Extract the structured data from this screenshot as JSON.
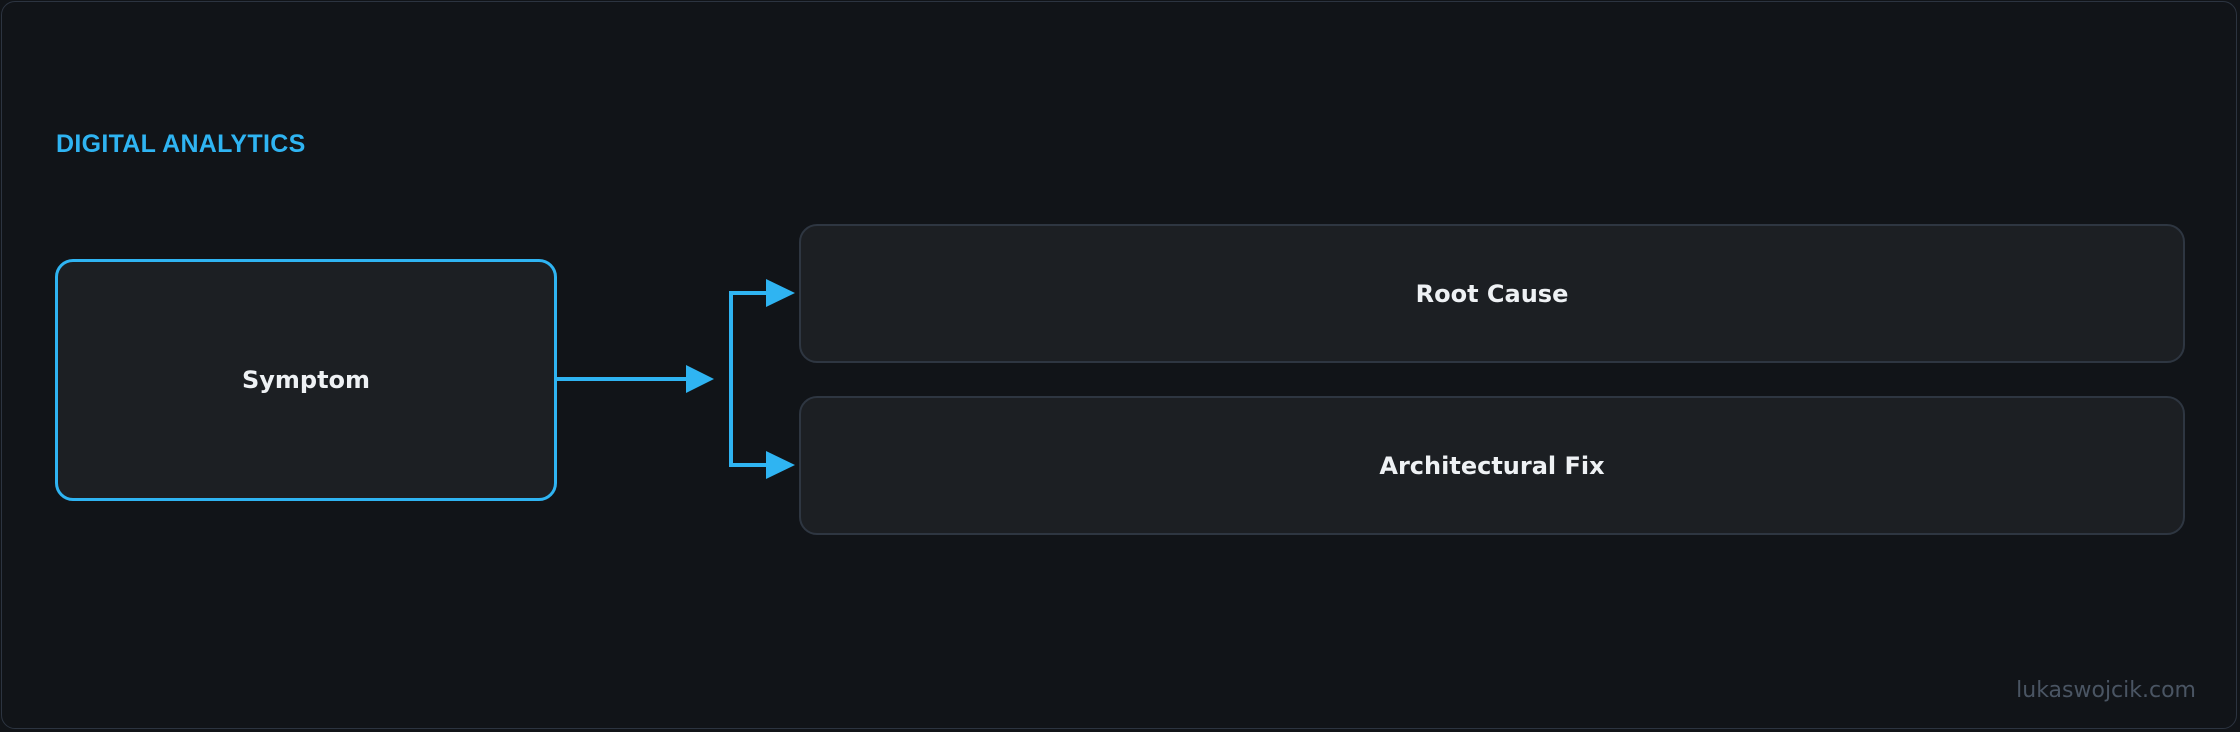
{
  "diagram": {
    "section_title": "DIGITAL ANALYTICS",
    "nodes": {
      "symptom": "Symptom",
      "root_cause": "Root Cause",
      "architectural_fix": "Architectural Fix"
    },
    "edges": [
      {
        "from": "symptom",
        "to": "root_cause"
      },
      {
        "from": "symptom",
        "to": "architectural_fix"
      }
    ],
    "watermark": "lukaswojcik.com"
  },
  "colors": {
    "background": "#111418",
    "accent": "#2fb4f2",
    "node_fill": "#1c1f23",
    "node_border": "#2e3641",
    "text": "#eef1f4",
    "watermark": "#4a5563"
  }
}
